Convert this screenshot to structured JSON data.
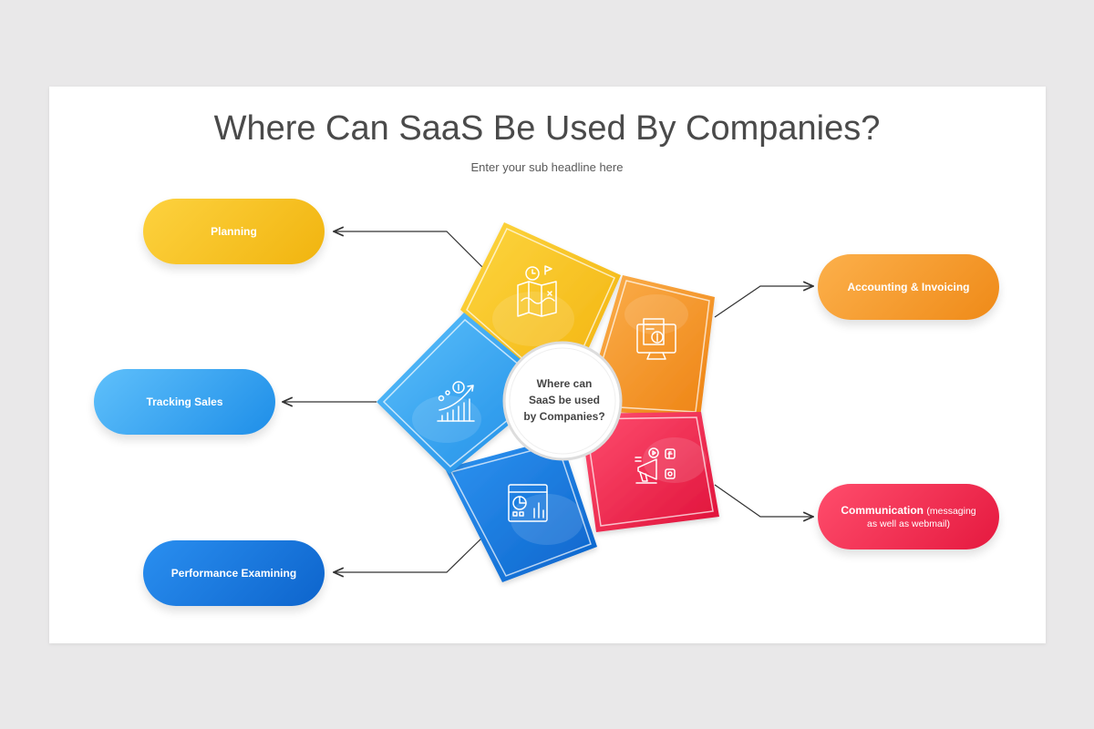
{
  "title": "Where Can SaaS Be Used By Companies?",
  "subtitle": "Enter your sub headline here",
  "center": {
    "lines": [
      "Where can",
      "SaaS be used",
      "by Companies?"
    ]
  },
  "items": {
    "planning": {
      "label": "Planning",
      "icon": "planning-map-icon",
      "color": "#f5bd18"
    },
    "accounting": {
      "label": "Accounting & Invoicing",
      "icon": "invoice-monitor-icon",
      "color": "#f29526"
    },
    "communication": {
      "label": "Communication",
      "detail_line1": "(messaging",
      "detail_line2": "as well as webmail)",
      "icon": "megaphone-social-icon",
      "color": "#ea2a4f"
    },
    "performance": {
      "label": "Performance Examining",
      "icon": "analytics-dashboard-icon",
      "color": "#1677e0"
    },
    "tracking": {
      "label": "Tracking Sales",
      "icon": "sales-growth-chart-icon",
      "color": "#2c9ef0"
    }
  }
}
